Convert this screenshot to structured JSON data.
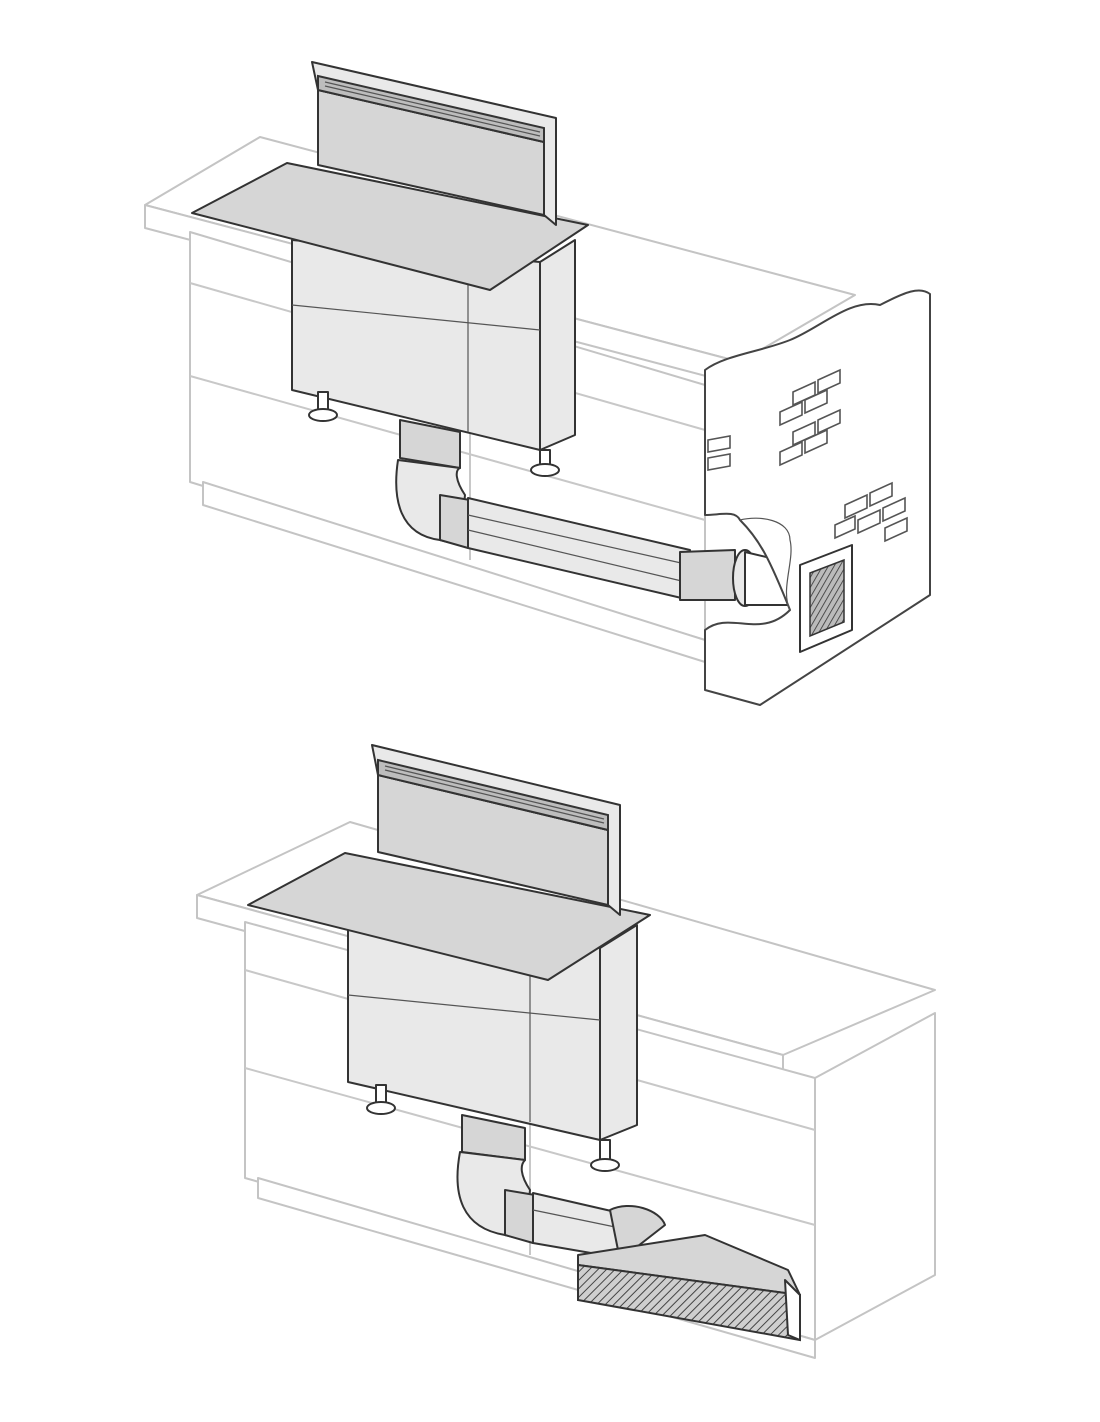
{
  "diagram": {
    "panels": [
      {
        "id": "top",
        "variant": "wall outlet"
      },
      {
        "id": "bottom",
        "variant": "plinth outlet"
      }
    ],
    "colors": {
      "outline": "#333333",
      "ghost_outline": "#c4c4c4",
      "fill_metal": "#d6d6d6",
      "fill_light": "#e9e9e9",
      "background": "#ffffff"
    }
  }
}
